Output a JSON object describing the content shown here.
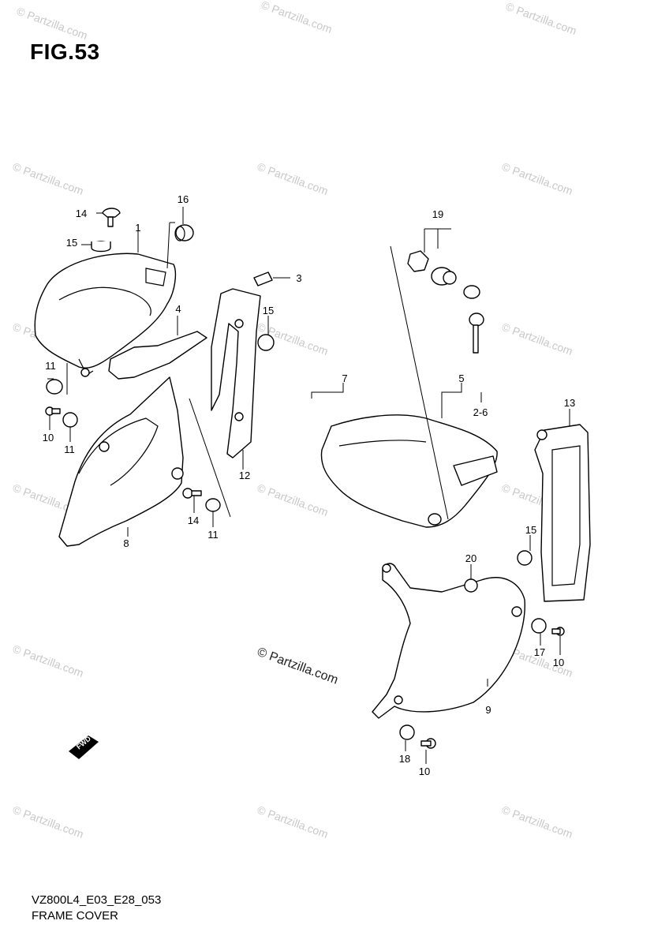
{
  "figure": {
    "title": "FIG.53",
    "model_code": "VZ800L4_E03_E28_053",
    "caption": "FRAME COVER"
  },
  "watermark": {
    "text": "© Partzilla.com",
    "center_text": "© Partzilla.com"
  },
  "fwd_label": "FWD",
  "callouts": {
    "c1": "1",
    "c2_6": "2-6",
    "c3": "3",
    "c4": "4",
    "c5": "5",
    "c7": "7",
    "c8": "8",
    "c9": "9",
    "c10a": "10",
    "c10b": "10",
    "c10c": "10",
    "c11a": "11",
    "c11b": "11",
    "c11c": "11",
    "c12": "12",
    "c13": "13",
    "c14a": "14",
    "c14b": "14",
    "c15a": "15",
    "c15b": "15",
    "c15c": "15",
    "c16": "16",
    "c17": "17",
    "c18": "18",
    "c19": "19",
    "c20": "20"
  }
}
